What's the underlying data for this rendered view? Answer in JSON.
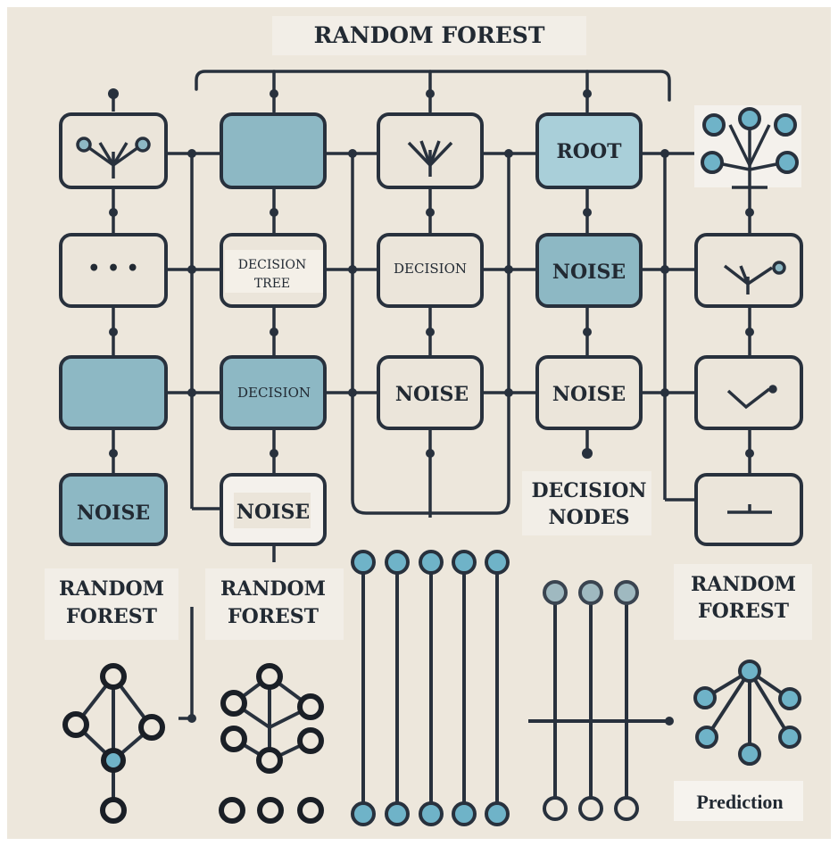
{
  "title": "RANDOM FOREST",
  "grid": {
    "row1": [
      "",
      "",
      "",
      "ROOT",
      ""
    ],
    "row2": [
      "• • •",
      "DECISION TREE",
      "DECISION",
      "NOISE",
      ""
    ],
    "row3": [
      "",
      "DECISION",
      "NOISE",
      "NOISE",
      ""
    ],
    "row4": [
      "NOISE",
      "NOISE",
      "",
      "",
      ""
    ]
  },
  "labels": {
    "decision_nodes_1": "DECISION",
    "decision_nodes_2": "NODES",
    "rf_left_1": "RANDOM",
    "rf_left_2": "FOREST",
    "rf_mid_1": "RANDOM",
    "rf_mid_2": "FOREST",
    "rf_right_1": "RANDOM",
    "rf_right_2": "FOREST",
    "decision_tree_1": "DECISION",
    "decision_tree_2": "TREE",
    "prediction": "Prediction"
  },
  "colors": {
    "background": "#ede7dc",
    "teal_fill": "#8db8c4",
    "light_fill": "#ebe5da",
    "stroke": "#28313d",
    "node_teal": "#6fb3c8"
  }
}
